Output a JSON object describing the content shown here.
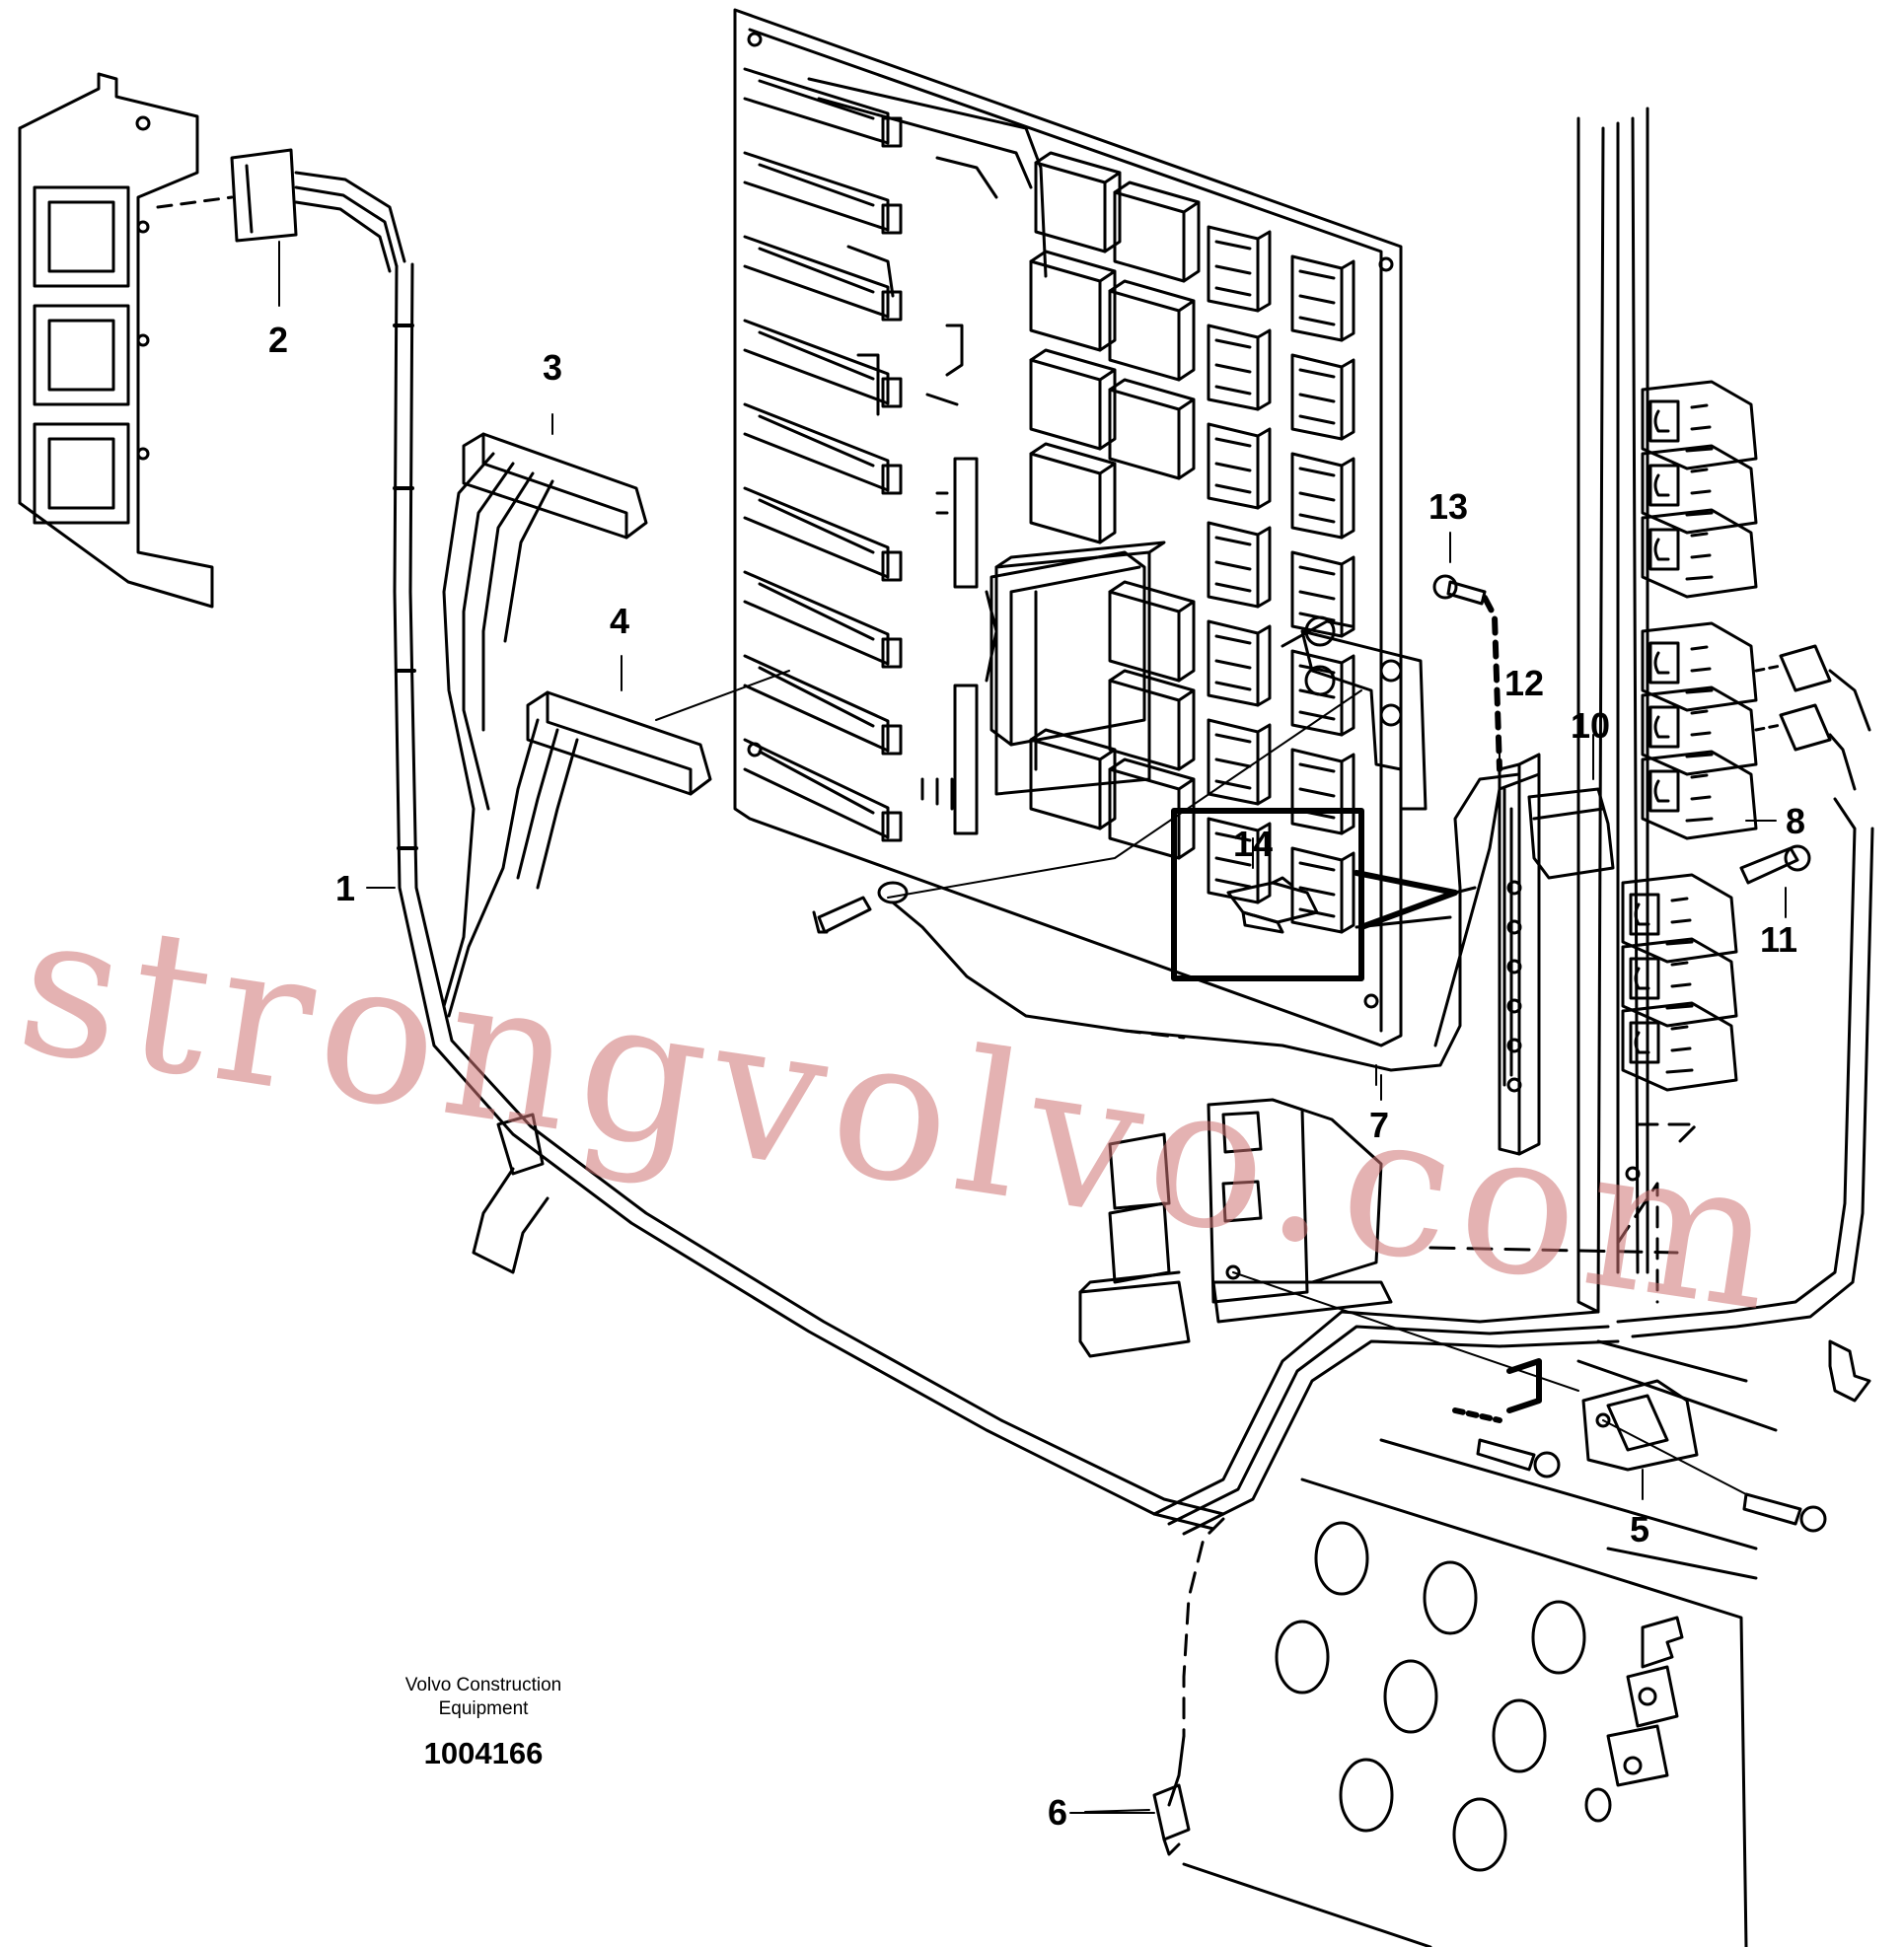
{
  "callouts": {
    "c1": "1",
    "c2": "2",
    "c3": "3",
    "c4": "4",
    "c5": "5",
    "c6": "6",
    "c7": "7",
    "c8": "8",
    "c10": "10",
    "c11": "11",
    "c12": "12",
    "c13": "13",
    "c14": "14"
  },
  "credit": {
    "company": "Volvo Construction",
    "company_line2": "Equipment",
    "drawing_number": "1004166"
  },
  "watermark": "strongvolvo.com",
  "colors": {
    "line": "#000000",
    "watermark": "#cd7373"
  }
}
